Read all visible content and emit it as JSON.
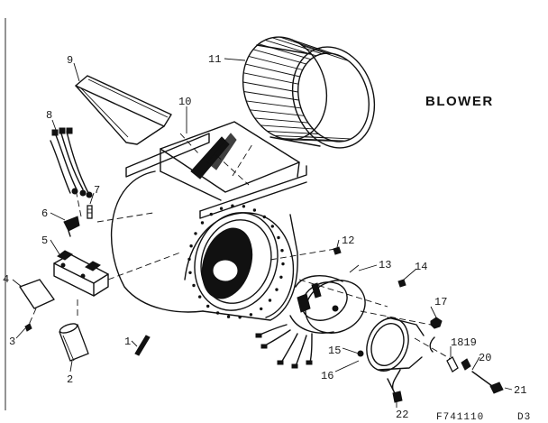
{
  "title": "BLOWER",
  "drawing_code": "F741110",
  "sheet": "D3",
  "labels": {
    "p1": "1",
    "p2": "2",
    "p3": "3",
    "p4": "4",
    "p5": "5",
    "p6": "6",
    "p7": "7",
    "p8": "8",
    "p9": "9",
    "p10": "10",
    "p11": "11",
    "p12": "12",
    "p13": "13",
    "p14": "14",
    "p15": "15",
    "p16": "16",
    "p17": "17",
    "p1819": "1819",
    "p20": "20",
    "p21": "21",
    "p22": "22"
  }
}
